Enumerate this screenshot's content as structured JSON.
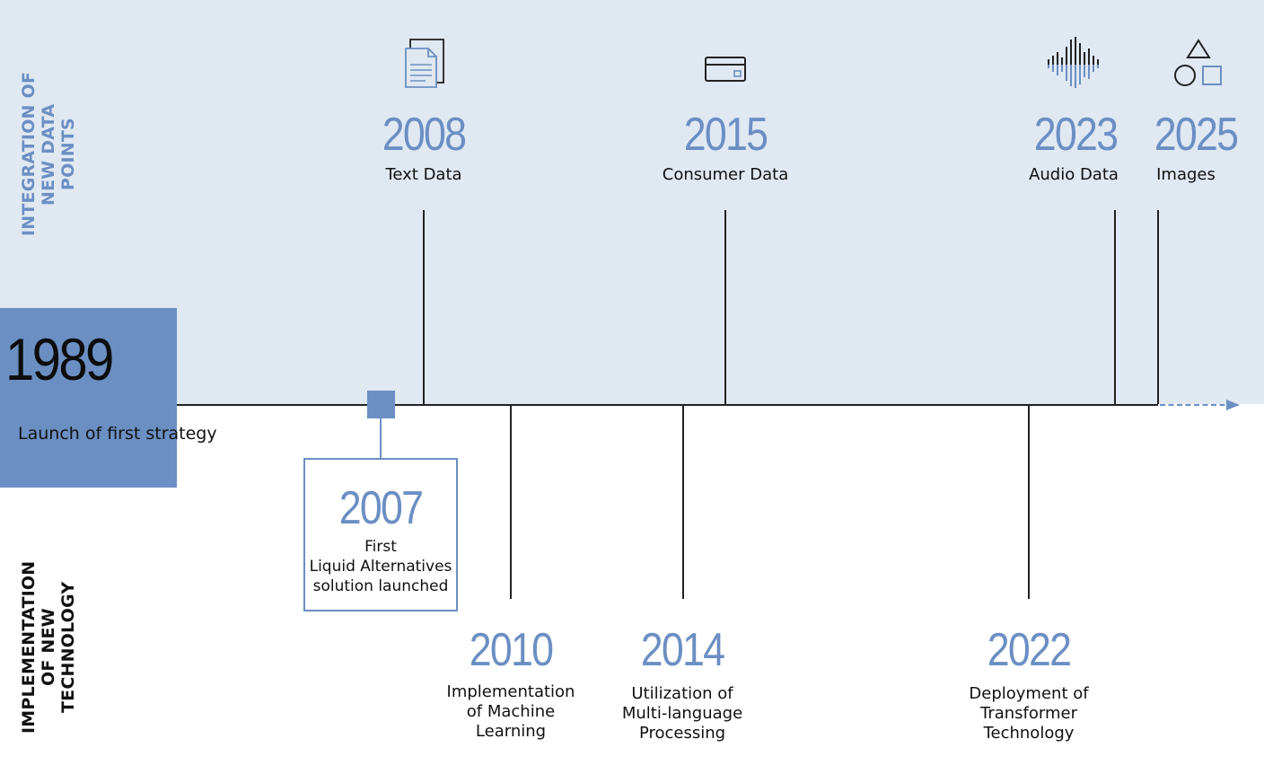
{
  "labels": {
    "top_section": "INTEGRATION OF NEW DATA POINTS",
    "bottom_section": "IMPLEMENTATION OF NEW TECHNOLOGY"
  },
  "start": {
    "year": "1989",
    "description": "Launch of first strategy"
  },
  "data_points": [
    {
      "year": "2008",
      "label": "Text Data",
      "icon": "document-icon"
    },
    {
      "year": "2015",
      "label": "Consumer Data",
      "icon": "credit-card-icon"
    },
    {
      "year": "2023",
      "label": "Audio Data",
      "icon": "sound-wave-icon"
    },
    {
      "year": "2025",
      "label": "Images",
      "icon": "shapes-icon"
    }
  ],
  "technologies": [
    {
      "year": "2007",
      "label_lines": [
        "First",
        "Liquid Alternatives",
        "solution launched"
      ],
      "highlighted": true
    },
    {
      "year": "2010",
      "label_lines": [
        "Implementation",
        "of Machine",
        "Learning"
      ]
    },
    {
      "year": "2014",
      "label_lines": [
        "Utilization of",
        "Multi-language",
        "Processing"
      ]
    },
    {
      "year": "2022",
      "label_lines": [
        "Deployment of",
        "Transformer",
        "Technology"
      ]
    }
  ],
  "colors": {
    "accent": "#6b8fc3",
    "band": "#e0e8f2",
    "line": "#222222"
  }
}
